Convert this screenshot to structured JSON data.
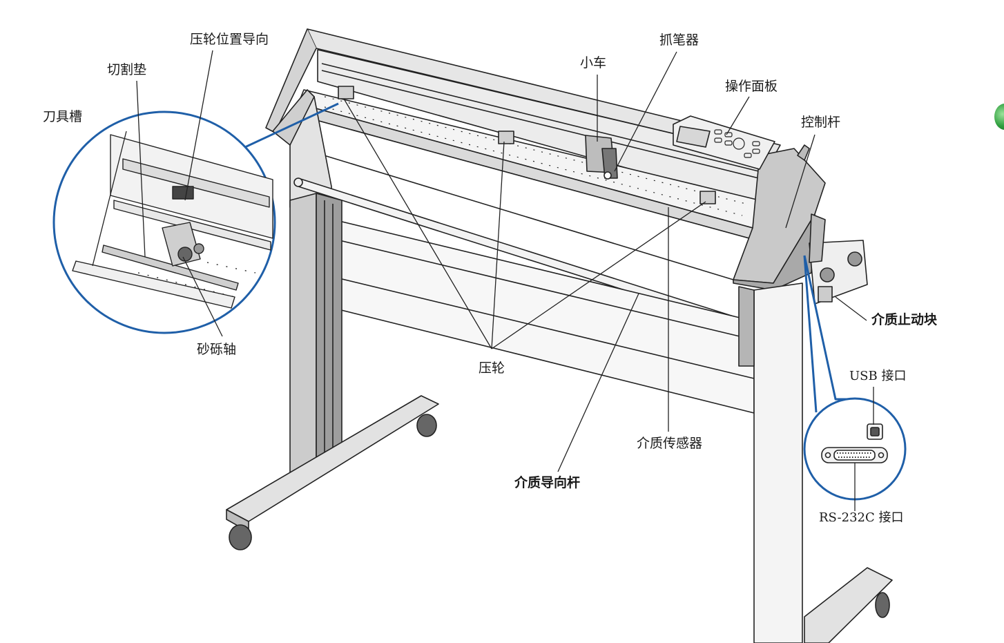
{
  "labels": {
    "roller_position_guide": "压轮位置导向",
    "cutting_mat": "切割垫",
    "tool_groove": "刀具槽",
    "grit_shaft": "砂砾轴",
    "carriage": "小车",
    "pen_holder": "抓笔器",
    "control_panel": "操作面板",
    "control_lever": "控制杆",
    "media_stopper": "介质止动块",
    "usb_port": "USB 接口",
    "rs232c_port": "RS-232C 接口",
    "pinch_roller": "压轮",
    "media_sensor": "介质传感器",
    "media_guide_rod": "介质导向杆"
  },
  "colors": {
    "callout_blue": "#1f5fa8",
    "line": "#222222",
    "body_gray": "#cfcfcf",
    "dark_gray": "#8a8a8a"
  },
  "icons": {
    "corner_badge": "green-orb-icon"
  }
}
